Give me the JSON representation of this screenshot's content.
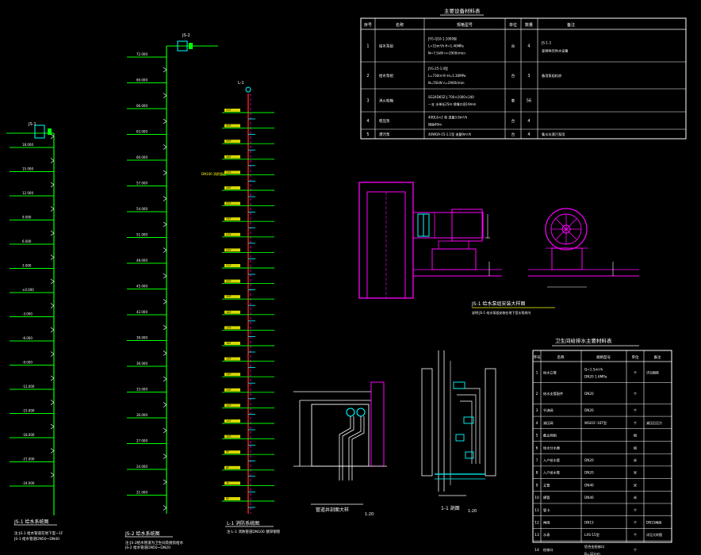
{
  "drawing": {
    "colors": {
      "green": "#00ff00",
      "white": "#ffffff",
      "yellow": "#ffff00",
      "cyan": "#00ffff",
      "magenta": "#ff00ff",
      "red": "#ff2020",
      "gray": "#bdbdbd"
    },
    "riser_js1": {
      "title": "JS-1 给水系统图",
      "note": "注:JS-1 给水管道在地下室~1F",
      "note2": "JS-1 给水管道DN50~DN40",
      "top_label": "JS-1",
      "floor_labels": [
        "18.000",
        "15.000",
        "12.000",
        "9.000",
        "6.000",
        "3.000",
        "±0.000",
        "-3.000",
        "-6.000",
        "-9.000",
        "-12.000",
        "-15.000",
        "-18.000",
        "-21.000",
        "-24.000"
      ]
    },
    "riser_js2": {
      "title": "JS-2 给水系统图",
      "note": "注:JS-2给水管道为卫生间及厨房给水",
      "note2": "JS-2 给水管道DN50~DN20",
      "top_label": "JS-2",
      "floor_labels": [
        "72.000",
        "69.000",
        "66.000",
        "63.000",
        "60.000",
        "57.000",
        "54.000",
        "51.000",
        "48.000",
        "45.000",
        "42.000",
        "39.000",
        "36.000",
        "33.000",
        "30.000",
        "27.000",
        "24.000",
        "21.000"
      ]
    },
    "riser_l1": {
      "title": "L-1 消防系统图",
      "note": "注:L-1 消防管道DN100 镀锌钢管",
      "top_label": "L-1",
      "side_label": "DN100 消防管道",
      "floor_labels": [
        "31F",
        "30F",
        "29F",
        "28F",
        "27F",
        "26F",
        "25F",
        "24F",
        "23F",
        "22F",
        "21F",
        "20F",
        "19F",
        "18F",
        "17F",
        "16F",
        "15F",
        "14F",
        "13F",
        "12F",
        "11F",
        "10F",
        "9F",
        "8F",
        "7F",
        "6F"
      ]
    },
    "equipment_table": {
      "title": "主要设备材料表",
      "headers": [
        "序号",
        "名称",
        "规格型号",
        "单位",
        "数量",
        "备注"
      ],
      "rows": [
        {
          "no": "1",
          "name": "给水泵组",
          "spec": "JYG-Q10-1.1000型",
          "spec2": "L=15m³/h  H=1.40MPa",
          "spec3": "N=7.5kW  n=2900r/min",
          "unit": "台",
          "qty": "4",
          "note": "JS-1-1",
          "note2": "变频恒压供水设备"
        },
        {
          "no": "2",
          "name": "给水泵组",
          "spec": "JYG-25-1.0型",
          "spec2": "L=730m³/h  H=1.30MPa",
          "spec3": "N=55kW  n=2900r/min",
          "unit": "台",
          "qty": "3",
          "note": "备用泵组机房",
          "note2": ""
        },
        {
          "no": "3",
          "name": "消火栓箱",
          "spec": "SG24D65Z-J 700×1000×240",
          "spec2": "一支 水带长25m 喷嘴口径19mm",
          "spec3": "",
          "unit": "套",
          "qty": "56",
          "note": "",
          "note2": ""
        },
        {
          "no": "4",
          "name": "稳压泵",
          "spec": "40DL6×2 型 流量3.6m³/h",
          "spec2": "扬程40m",
          "spec3": "",
          "unit": "台",
          "qty": "4",
          "note": "",
          "note2": ""
        },
        {
          "no": "5",
          "name": "潜污泵",
          "spec": "40WQ9-15-1.1型 流量9m³/h",
          "spec2": "",
          "spec3": "",
          "unit": "台",
          "qty": "4",
          "note": "集水坑潜污泵用",
          "note2": ""
        }
      ]
    },
    "pump_detail": {
      "title": "JS-1 给水泵组安装大样图",
      "subtitle": "说明:JS-1 给水泵组安装在地下室水泵房内"
    },
    "section_a": {
      "title": "管道井剖面大样",
      "scale": "1:20"
    },
    "section_b": {
      "title": "1-1 剖面",
      "scale": "1:20"
    },
    "material_table": {
      "title": "卫生间给排水主要材料表",
      "headers": [
        "序号",
        "名称",
        "规格型号",
        "单位",
        "备注"
      ],
      "rows": [
        {
          "no": "1",
          "name": "给水立管",
          "spec": "Q=1.5m³/h",
          "spec2": "DN20 1.6MPa",
          "unit": "个",
          "note": "详见图纸"
        },
        {
          "no": "2",
          "name": "给水支管配件",
          "spec": "DN20",
          "spec2": "",
          "unit": "个",
          "note": ""
        },
        {
          "no": "3",
          "name": "节流阀",
          "spec": "DN20",
          "spec2": "",
          "unit": "个",
          "note": ""
        },
        {
          "no": "4",
          "name": "减压阀",
          "spec": "WS01F-16T型",
          "spec2": "",
          "unit": "个",
          "note": "减压后压力"
        },
        {
          "no": "5",
          "name": "截止阀组",
          "spec": "",
          "spec2": "",
          "unit": "组",
          "note": ""
        },
        {
          "no": "6",
          "name": "给水分水器",
          "spec": "",
          "spec2": "",
          "unit": "组",
          "note": ""
        },
        {
          "no": "7",
          "name": "入户给水管",
          "spec": "DN20",
          "spec2": "",
          "unit": "米",
          "note": ""
        },
        {
          "no": "8",
          "name": "入户给水管",
          "spec": "DN20",
          "spec2": "",
          "unit": "米",
          "note": ""
        },
        {
          "no": "9",
          "name": "立管",
          "spec": "DN40",
          "spec2": "",
          "unit": "米",
          "note": ""
        },
        {
          "no": "10",
          "name": "横管",
          "spec": "DN40",
          "spec2": "",
          "unit": "米",
          "note": ""
        },
        {
          "no": "11",
          "name": "管卡",
          "spec": "",
          "spec2": "",
          "unit": "个",
          "note": ""
        },
        {
          "no": "12",
          "name": "闸阀",
          "spec": "DN15",
          "spec2": "",
          "unit": "个",
          "note": "DN15闸阀"
        },
        {
          "no": "13",
          "name": "水表",
          "spec": "LXS-15型",
          "spec2": "",
          "unit": "个",
          "note": "详见大样图"
        },
        {
          "no": "14",
          "name": "检修口",
          "spec": "铝合金检修口",
          "spec2": "B=32mm",
          "unit": "个",
          "note": ""
        }
      ]
    }
  }
}
